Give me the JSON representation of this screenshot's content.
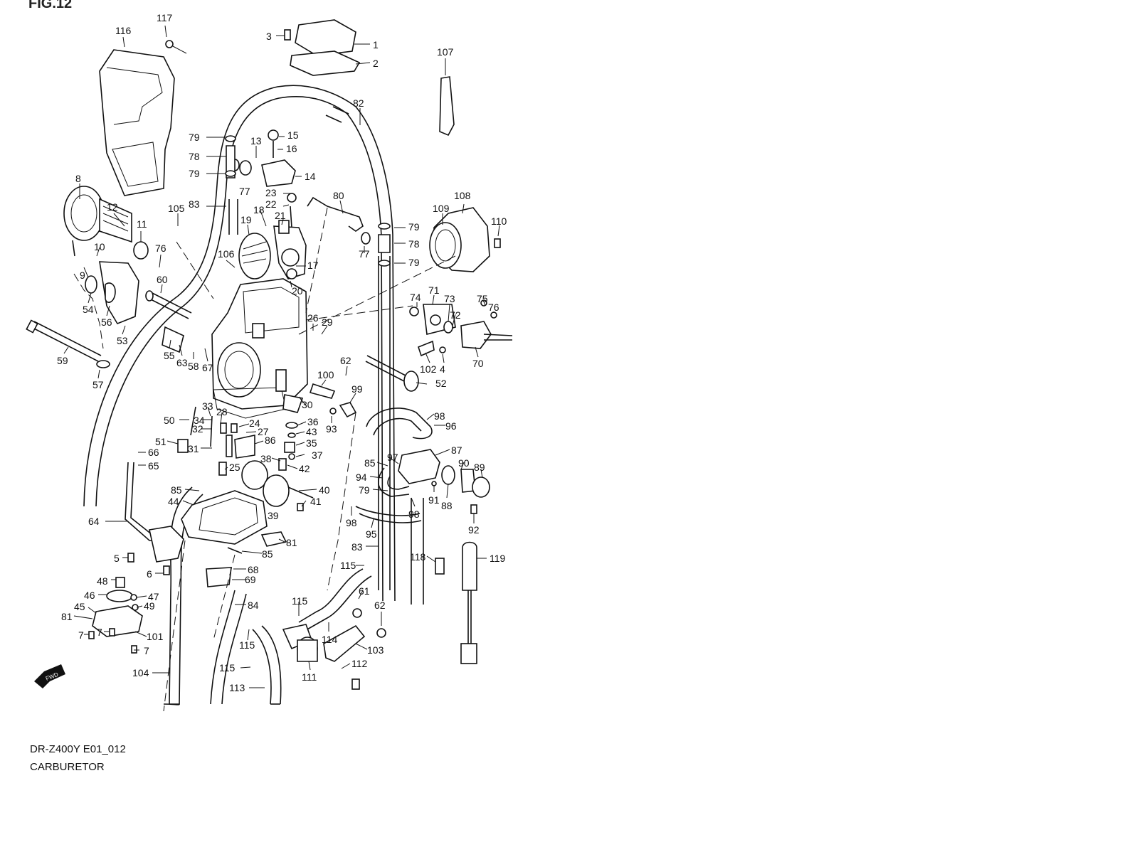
{
  "figure_header": "FIG.12",
  "model_code": "DR-Z400Y E01_012",
  "title": "CARBURETOR",
  "direction_badge": "FWD",
  "callouts": [
    {
      "id": "c117",
      "text": "117"
    },
    {
      "id": "c116",
      "text": "116"
    },
    {
      "id": "c3",
      "text": "3"
    },
    {
      "id": "c1",
      "text": "1"
    },
    {
      "id": "c2",
      "text": "2"
    },
    {
      "id": "c107",
      "text": "107"
    },
    {
      "id": "c82",
      "text": "82"
    },
    {
      "id": "c79a",
      "text": "79"
    },
    {
      "id": "c13",
      "text": "13"
    },
    {
      "id": "c15",
      "text": "15"
    },
    {
      "id": "c16",
      "text": "16"
    },
    {
      "id": "c78a",
      "text": "78"
    },
    {
      "id": "c79b",
      "text": "79"
    },
    {
      "id": "c14",
      "text": "14"
    },
    {
      "id": "c77a",
      "text": "77"
    },
    {
      "id": "c8",
      "text": "8"
    },
    {
      "id": "c83a",
      "text": "83"
    },
    {
      "id": "c23",
      "text": "23"
    },
    {
      "id": "c22",
      "text": "22"
    },
    {
      "id": "c80",
      "text": "80"
    },
    {
      "id": "c108",
      "text": "108"
    },
    {
      "id": "c12",
      "text": "12"
    },
    {
      "id": "c105",
      "text": "105"
    },
    {
      "id": "c18",
      "text": "18"
    },
    {
      "id": "c21",
      "text": "21"
    },
    {
      "id": "c19",
      "text": "19"
    },
    {
      "id": "c109",
      "text": "109"
    },
    {
      "id": "c110",
      "text": "110"
    },
    {
      "id": "c79c",
      "text": "79"
    },
    {
      "id": "c11",
      "text": "11"
    },
    {
      "id": "c10",
      "text": "10"
    },
    {
      "id": "c76a",
      "text": "76"
    },
    {
      "id": "c77b",
      "text": "77"
    },
    {
      "id": "c78b",
      "text": "78"
    },
    {
      "id": "c106",
      "text": "106"
    },
    {
      "id": "c17",
      "text": "17"
    },
    {
      "id": "c79d",
      "text": "79"
    },
    {
      "id": "c9",
      "text": "9"
    },
    {
      "id": "c60",
      "text": "60"
    },
    {
      "id": "c20",
      "text": "20"
    },
    {
      "id": "c74",
      "text": "74"
    },
    {
      "id": "c71",
      "text": "71"
    },
    {
      "id": "c73",
      "text": "73"
    },
    {
      "id": "c75",
      "text": "75"
    },
    {
      "id": "c76b",
      "text": "76"
    },
    {
      "id": "c54",
      "text": "54"
    },
    {
      "id": "c72",
      "text": "72"
    },
    {
      "id": "c56",
      "text": "56"
    },
    {
      "id": "c26",
      "text": "26"
    },
    {
      "id": "c29",
      "text": "29"
    },
    {
      "id": "c53",
      "text": "53"
    },
    {
      "id": "c55",
      "text": "55"
    },
    {
      "id": "c63",
      "text": "63"
    },
    {
      "id": "c58",
      "text": "58"
    },
    {
      "id": "c67",
      "text": "67"
    },
    {
      "id": "c59",
      "text": "59"
    },
    {
      "id": "c70",
      "text": "70"
    },
    {
      "id": "c62a",
      "text": "62"
    },
    {
      "id": "c102",
      "text": "102"
    },
    {
      "id": "c4",
      "text": "4"
    },
    {
      "id": "c57",
      "text": "57"
    },
    {
      "id": "c100",
      "text": "100"
    },
    {
      "id": "c52",
      "text": "52"
    },
    {
      "id": "c99",
      "text": "99"
    },
    {
      "id": "c33",
      "text": "33"
    },
    {
      "id": "c30",
      "text": "30"
    },
    {
      "id": "c50",
      "text": "50"
    },
    {
      "id": "c28",
      "text": "28"
    },
    {
      "id": "c98a",
      "text": "98"
    },
    {
      "id": "c34",
      "text": "34"
    },
    {
      "id": "c96",
      "text": "96"
    },
    {
      "id": "c32",
      "text": "32"
    },
    {
      "id": "c36",
      "text": "36"
    },
    {
      "id": "c93",
      "text": "93"
    },
    {
      "id": "c24",
      "text": "24"
    },
    {
      "id": "c27",
      "text": "27"
    },
    {
      "id": "c43",
      "text": "43"
    },
    {
      "id": "c51",
      "text": "51"
    },
    {
      "id": "c86",
      "text": "86"
    },
    {
      "id": "c35",
      "text": "35"
    },
    {
      "id": "c31",
      "text": "31"
    },
    {
      "id": "c66",
      "text": "66"
    },
    {
      "id": "c37",
      "text": "37"
    },
    {
      "id": "c97",
      "text": "97"
    },
    {
      "id": "c87",
      "text": "87"
    },
    {
      "id": "c38",
      "text": "38"
    },
    {
      "id": "c85a",
      "text": "85"
    },
    {
      "id": "c90",
      "text": "90"
    },
    {
      "id": "c89",
      "text": "89"
    },
    {
      "id": "c65",
      "text": "65"
    },
    {
      "id": "c25",
      "text": "25"
    },
    {
      "id": "c42",
      "text": "42"
    },
    {
      "id": "c94",
      "text": "94"
    },
    {
      "id": "c79e",
      "text": "79"
    },
    {
      "id": "c85b",
      "text": "85"
    },
    {
      "id": "c40",
      "text": "40"
    },
    {
      "id": "c91",
      "text": "91"
    },
    {
      "id": "c88",
      "text": "88"
    },
    {
      "id": "c44",
      "text": "44"
    },
    {
      "id": "c41",
      "text": "41"
    },
    {
      "id": "c39",
      "text": "39"
    },
    {
      "id": "c98b",
      "text": "98"
    },
    {
      "id": "c98c",
      "text": "98"
    },
    {
      "id": "c64",
      "text": "64"
    },
    {
      "id": "c95",
      "text": "95"
    },
    {
      "id": "c92",
      "text": "92"
    },
    {
      "id": "c81a",
      "text": "81"
    },
    {
      "id": "c83b",
      "text": "83"
    },
    {
      "id": "c85c",
      "text": "85"
    },
    {
      "id": "c5",
      "text": "5"
    },
    {
      "id": "c118",
      "text": "118"
    },
    {
      "id": "c119",
      "text": "119"
    },
    {
      "id": "c68",
      "text": "68"
    },
    {
      "id": "c115a",
      "text": "115"
    },
    {
      "id": "c6",
      "text": "6"
    },
    {
      "id": "c48",
      "text": "48"
    },
    {
      "id": "c69",
      "text": "69"
    },
    {
      "id": "c61",
      "text": "61"
    },
    {
      "id": "c46",
      "text": "46"
    },
    {
      "id": "c47",
      "text": "47"
    },
    {
      "id": "c115b",
      "text": "115"
    },
    {
      "id": "c84",
      "text": "84"
    },
    {
      "id": "c62b",
      "text": "62"
    },
    {
      "id": "c45",
      "text": "45"
    },
    {
      "id": "c49",
      "text": "49"
    },
    {
      "id": "c81b",
      "text": "81"
    },
    {
      "id": "c7a",
      "text": "7"
    },
    {
      "id": "c7b",
      "text": "7"
    },
    {
      "id": "c101",
      "text": "101"
    },
    {
      "id": "c114",
      "text": "114"
    },
    {
      "id": "c103",
      "text": "103"
    },
    {
      "id": "c7c",
      "text": "7"
    },
    {
      "id": "c115c",
      "text": "115"
    },
    {
      "id": "c112",
      "text": "112"
    },
    {
      "id": "c115d",
      "text": "115"
    },
    {
      "id": "c104",
      "text": "104"
    },
    {
      "id": "c111",
      "text": "111"
    },
    {
      "id": "c113",
      "text": "113"
    }
  ]
}
